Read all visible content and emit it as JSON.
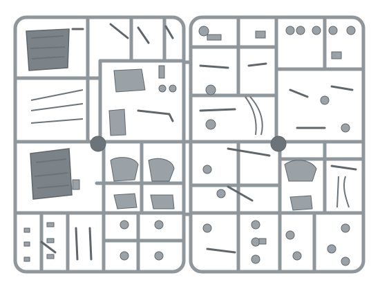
{
  "scene": {
    "subject": "plastic-model-kit-sprue",
    "colors": {
      "background": "#ffffff",
      "frame": "#8f979d",
      "frame_dark": "#6c7379",
      "part": "#9aa2a8",
      "part_light": "#b3babf",
      "part_dark": "#5f666c",
      "sheet": "#7b8389"
    },
    "frames": [
      "left-sprue-frame",
      "right-sprue-frame"
    ],
    "icons": [
      "sprue-gate-disc",
      "cloth-sheet",
      "figure-part",
      "weapon-part",
      "cable-bundle"
    ]
  }
}
